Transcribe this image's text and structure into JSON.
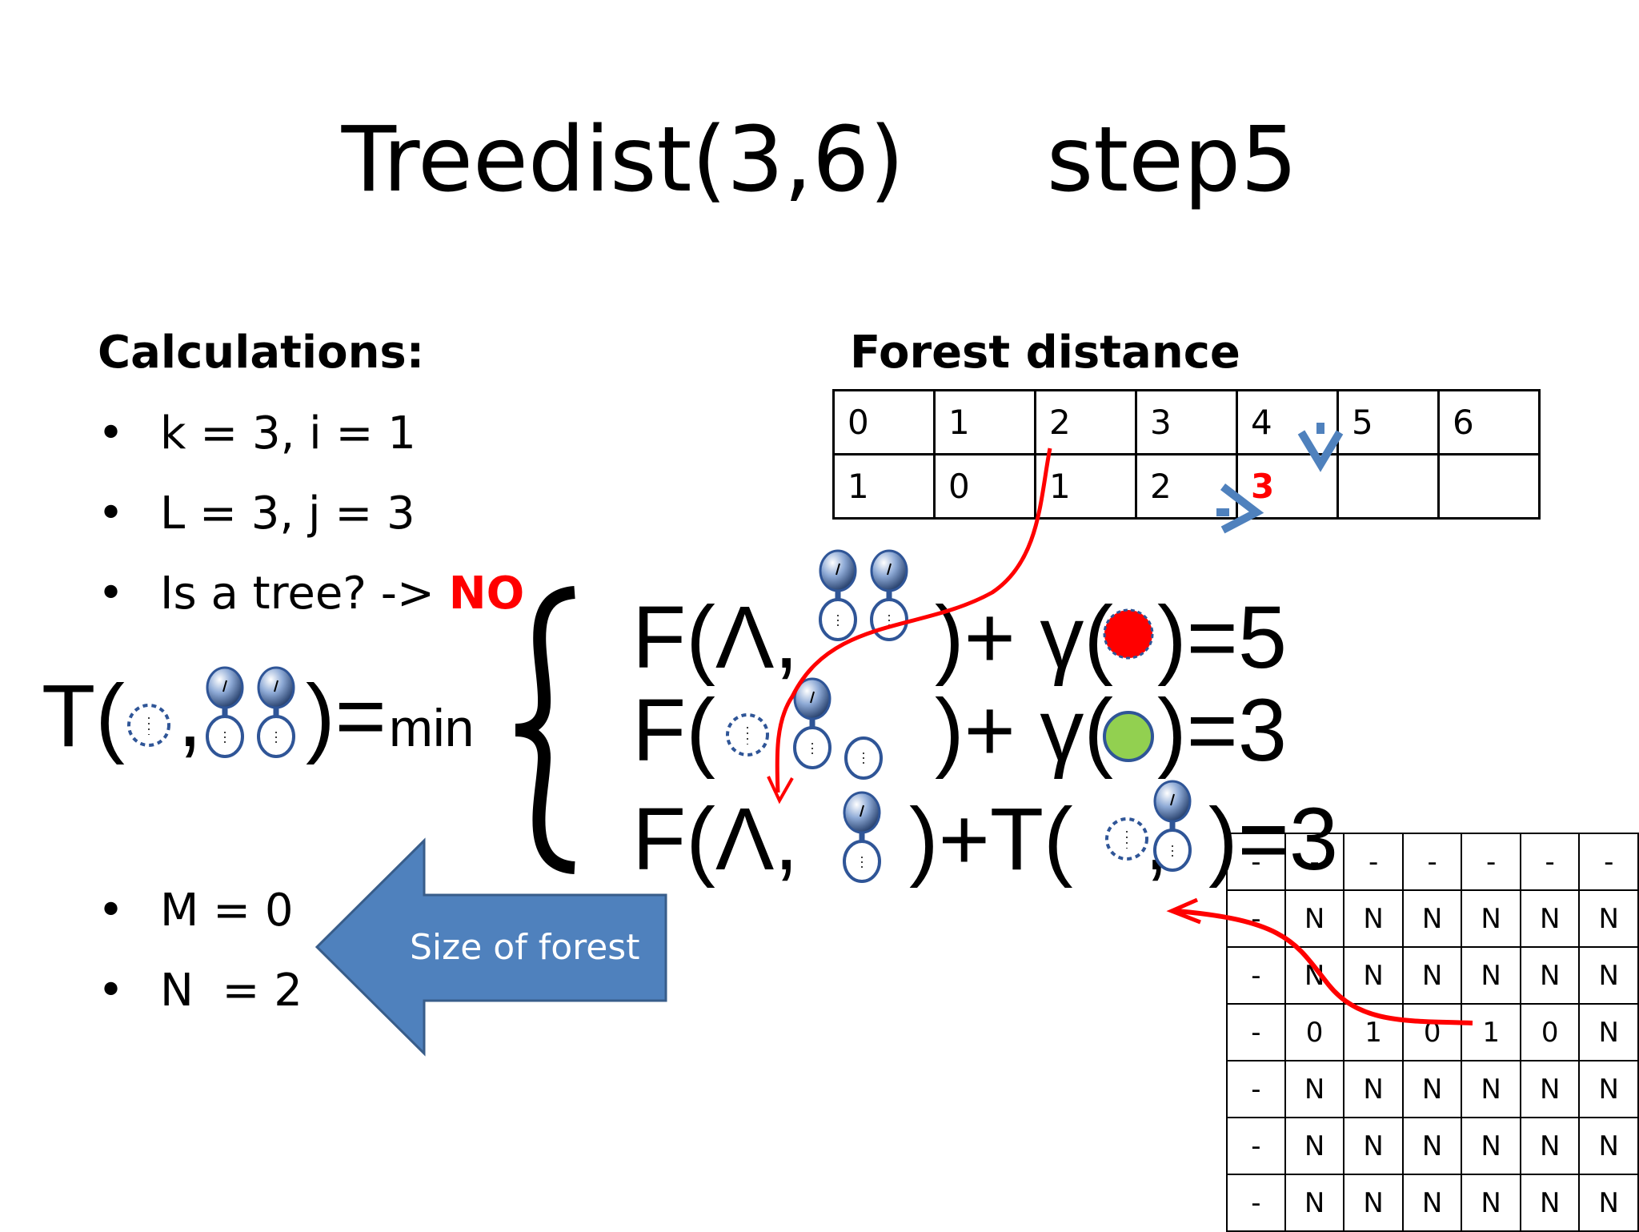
{
  "title": "Treedist(3,6)     step5",
  "calculations": {
    "heading": "Calculations:",
    "bullets": [
      "k = 3, i = 1",
      "L = 3, j = 3"
    ],
    "tree_question": "Is a tree? -> ",
    "tree_answer": "NO",
    "bullets_bottom": [
      "M = 0",
      "N  = 2"
    ]
  },
  "forest_distance": {
    "heading": "Forest distance",
    "rows": [
      [
        "0",
        "1",
        "2",
        "3",
        "4",
        "5",
        "6"
      ],
      [
        "1",
        "0",
        "1",
        "2",
        "3",
        "",
        ""
      ]
    ],
    "highlight_value": "3"
  },
  "formula": {
    "lhs_T": "T(",
    "lhs_comma": ",",
    "lhs_close": ")=",
    "min": "min",
    "row1": {
      "left": "F(Λ,",
      "right": ")+ γ(",
      "result": ")=5"
    },
    "row2": {
      "left": "F(",
      "right": ")+ γ(",
      "result": ")=3"
    },
    "row3": {
      "left": "F(Λ,",
      "mid": ")+T(",
      "comma": ",",
      "result": ")=3"
    }
  },
  "size_arrow_label": "Size of forest",
  "tree_table": {
    "rows": [
      [
        "-",
        "-",
        "-",
        "-",
        "-",
        "-",
        "-"
      ],
      [
        "-",
        "N",
        "N",
        "N",
        "N",
        "N",
        "N"
      ],
      [
        "-",
        "N",
        "N",
        "N",
        "N",
        "N",
        "N"
      ],
      [
        "-",
        "0",
        "1",
        "0",
        "1",
        "0",
        "N"
      ],
      [
        "-",
        "N",
        "N",
        "N",
        "N",
        "N",
        "N"
      ],
      [
        "-",
        "N",
        "N",
        "N",
        "N",
        "N",
        "N"
      ],
      [
        "-",
        "N",
        "N",
        "N",
        "N",
        "N",
        "N"
      ]
    ]
  },
  "colors": {
    "red": "#ff0000",
    "arrow_blue": "#4f81bd",
    "node_blue": "#2f5597",
    "green": "#92d050"
  }
}
